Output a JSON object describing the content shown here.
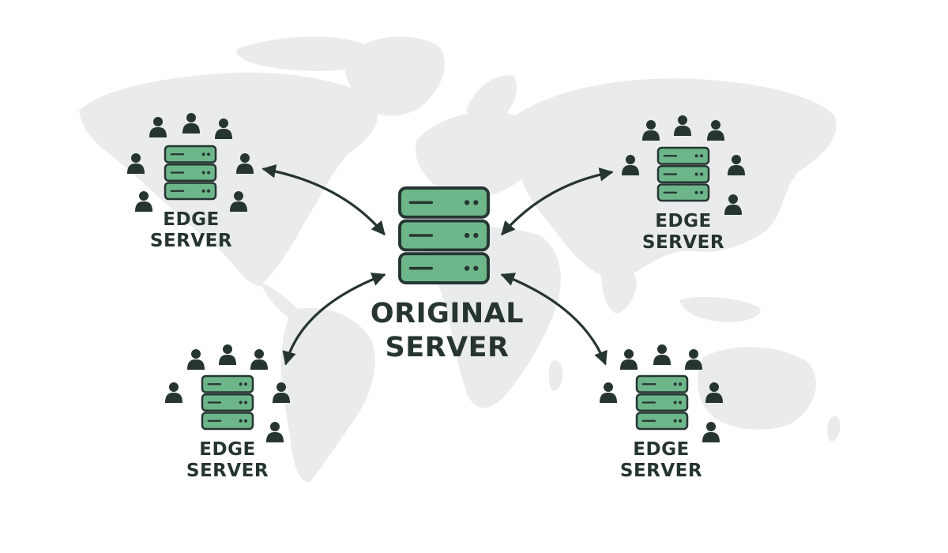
{
  "origin": {
    "label_line1": "ORIGINAL",
    "label_line2": "SERVER"
  },
  "edges": [
    {
      "id": "top-left",
      "label_line1": "EDGE",
      "label_line2": "SERVER"
    },
    {
      "id": "top-right",
      "label_line1": "EDGE",
      "label_line2": "SERVER"
    },
    {
      "id": "bottom-left",
      "label_line1": "EDGE",
      "label_line2": "SERVER"
    },
    {
      "id": "bottom-right",
      "label_line1": "EDGE",
      "label_line2": "SERVER"
    }
  ],
  "colors": {
    "server_fill": "#6db68a",
    "outline": "#263532",
    "arrow": "#263532",
    "user": "#263532",
    "map": "#e9ebec"
  },
  "icons": {
    "server": "server-rack-icon",
    "user": "user-icon",
    "background": "world-map"
  }
}
